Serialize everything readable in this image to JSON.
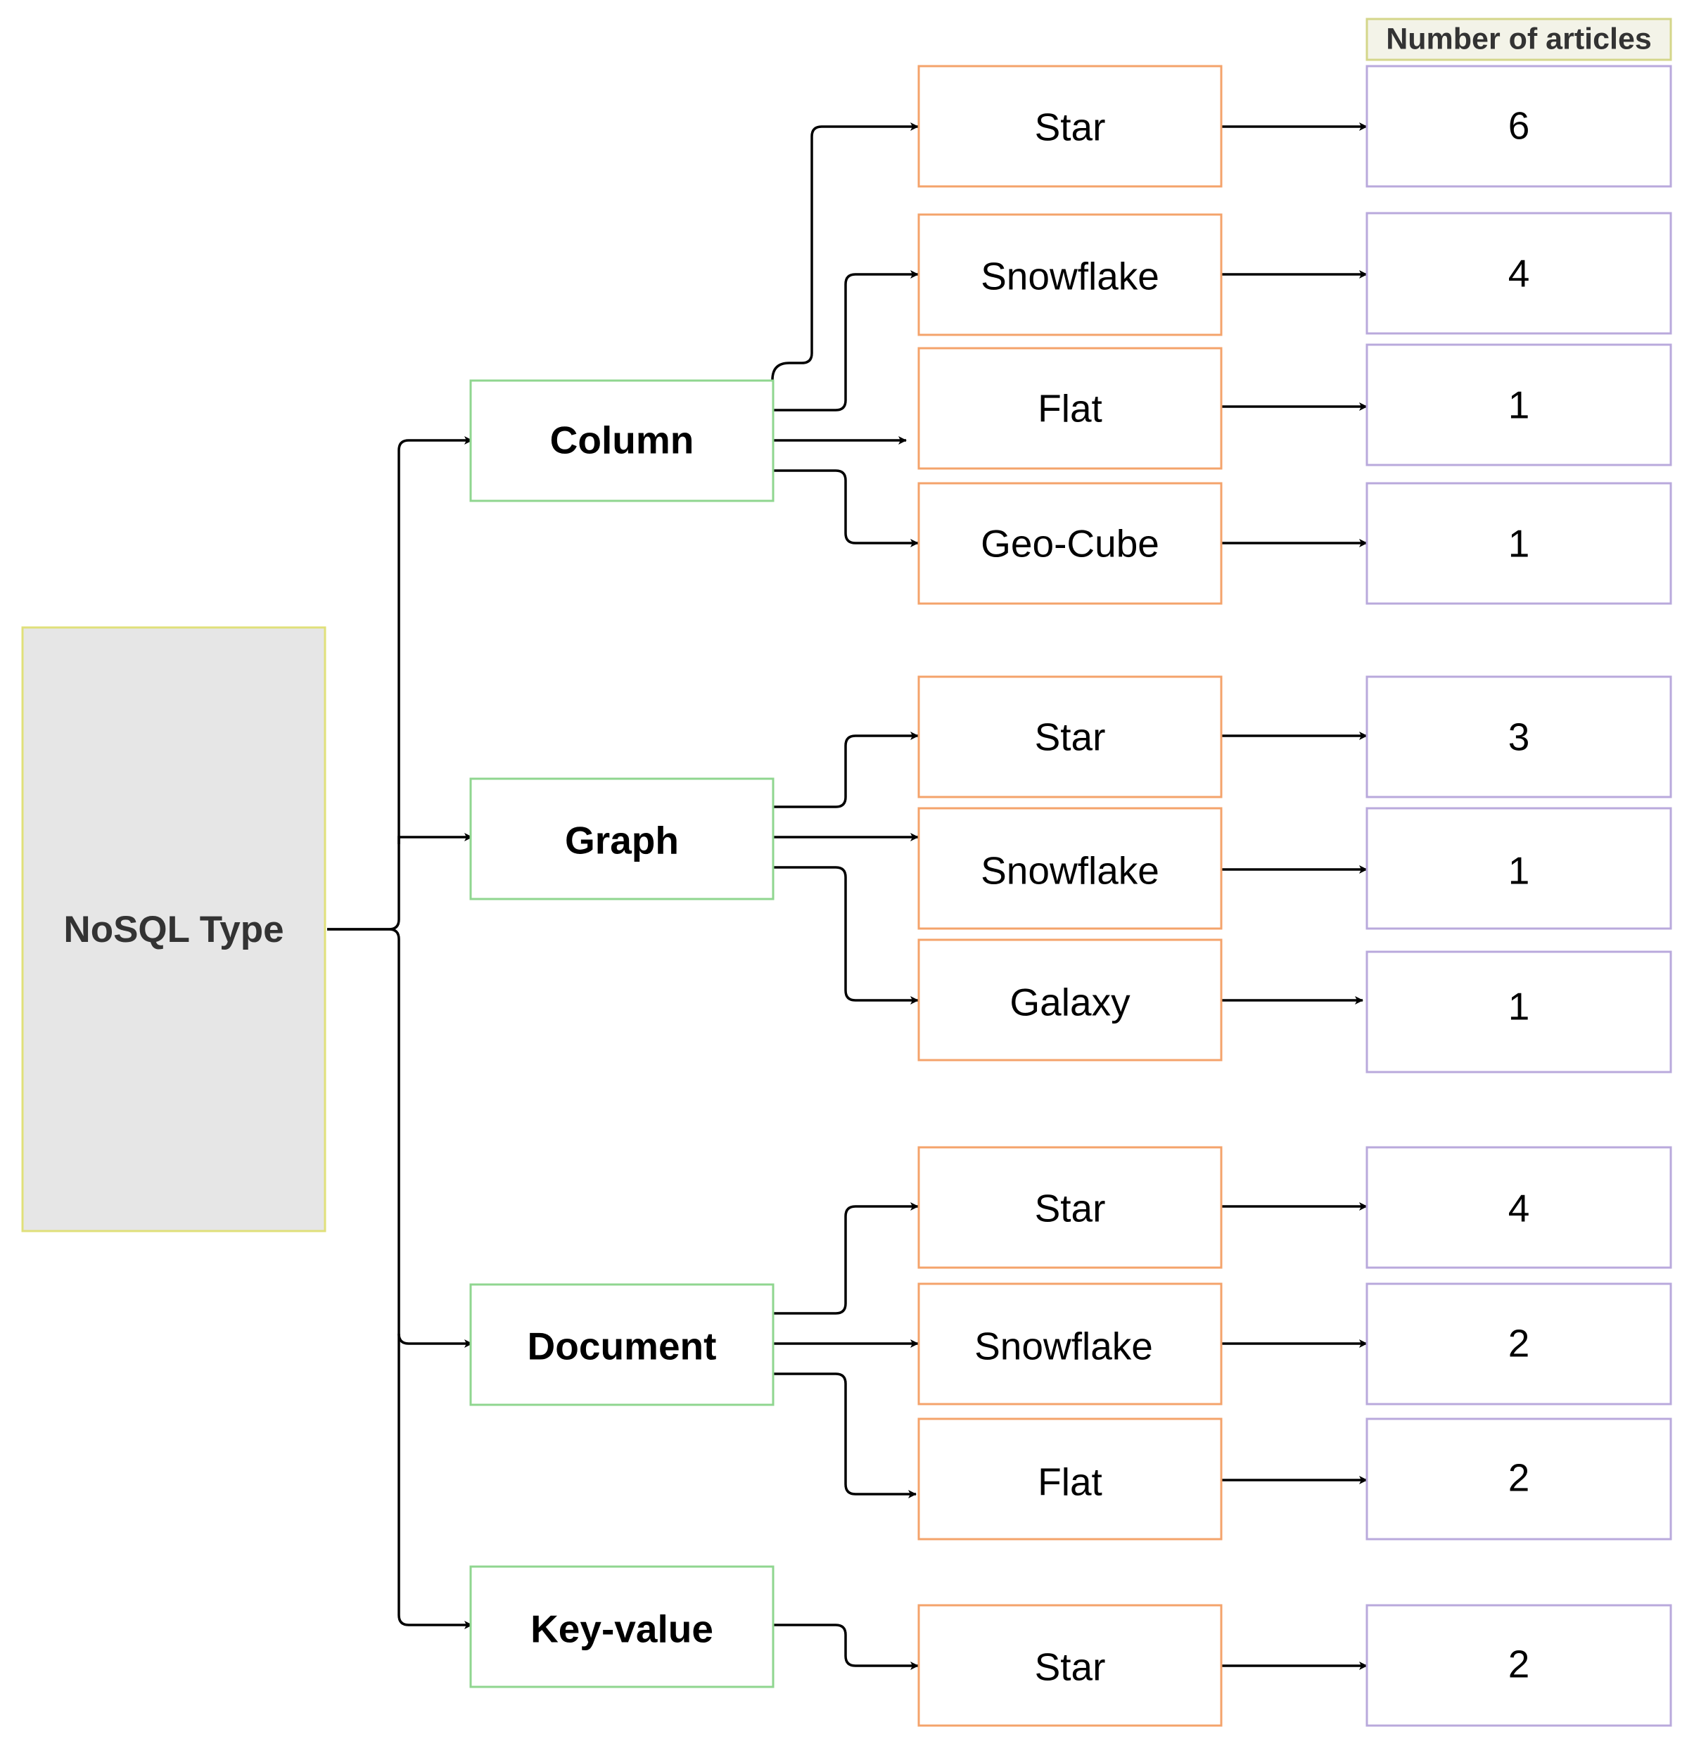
{
  "header_label": "Number of articles",
  "root": {
    "label": "NoSQL Type"
  },
  "types": [
    {
      "label": "Column",
      "schemas": [
        {
          "label": "Star",
          "count": "6"
        },
        {
          "label": "Snowflake",
          "count": "4"
        },
        {
          "label": "Flat",
          "count": "1"
        },
        {
          "label": "Geo-Cube",
          "count": "1"
        }
      ]
    },
    {
      "label": "Graph",
      "schemas": [
        {
          "label": "Star",
          "count": "3"
        },
        {
          "label": "Snowflake",
          "count": "1"
        },
        {
          "label": "Galaxy",
          "count": "1"
        }
      ]
    },
    {
      "label": "Document",
      "schemas": [
        {
          "label": "Star",
          "count": "4"
        },
        {
          "label": "Snowflake",
          "count": "2"
        },
        {
          "label": "Flat",
          "count": "2"
        }
      ]
    },
    {
      "label": "Key-value",
      "schemas": [
        {
          "label": "Star",
          "count": "2"
        }
      ]
    }
  ],
  "colors": {
    "root_fill": "#e6e6e6",
    "root_border": "#e0e07a",
    "type_border": "#8fd68f",
    "schema_border": "#f4a36b",
    "count_border": "#b9a9dc",
    "header_fill": "#f3f3e8",
    "header_border": "#d4d68a",
    "edge": "#000000"
  }
}
